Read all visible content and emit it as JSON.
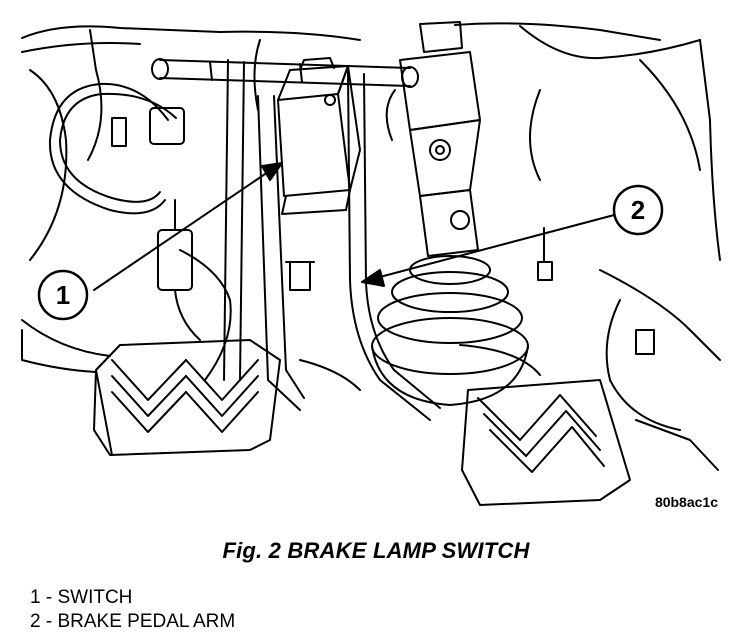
{
  "figure": {
    "image_code": "80b8ac1c",
    "callouts": [
      {
        "number": "1"
      },
      {
        "number": "2"
      }
    ]
  },
  "caption": "Fig. 2 BRAKE LAMP SWITCH",
  "legend": {
    "items": [
      {
        "number": "1",
        "separator": " - ",
        "label": "SWITCH"
      },
      {
        "number": "2",
        "separator": " - ",
        "label": "BRAKE PEDAL ARM"
      }
    ]
  }
}
